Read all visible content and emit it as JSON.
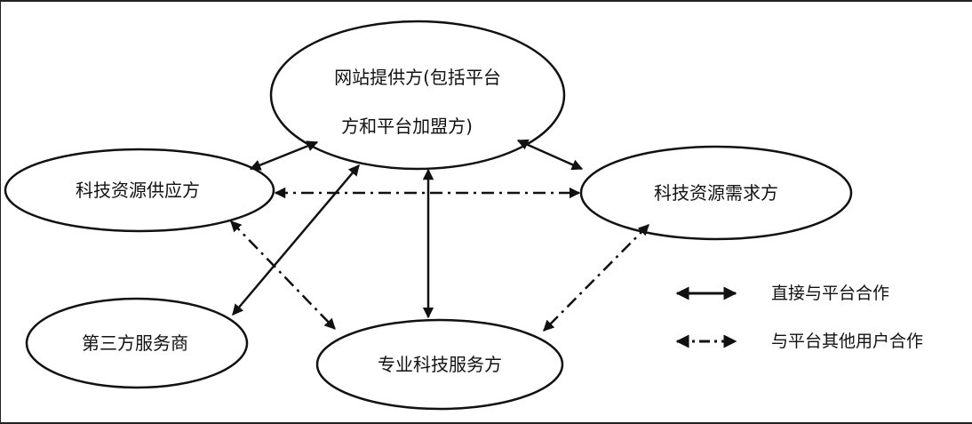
{
  "nodes": {
    "website": {
      "line1": "网站提供方(包括平台",
      "line2": "方和平台加盟方)"
    },
    "supplier": {
      "label": "科技资源供应方"
    },
    "demander": {
      "label": "科技资源需求方"
    },
    "third_party": {
      "label": "第三方服务商"
    },
    "professional": {
      "label": "专业科技服务方"
    }
  },
  "legend": {
    "direct": "直接与平台合作",
    "indirect": "与平台其他用户合作"
  },
  "colors": {
    "stroke": "#111111",
    "background": "#ffffff"
  }
}
